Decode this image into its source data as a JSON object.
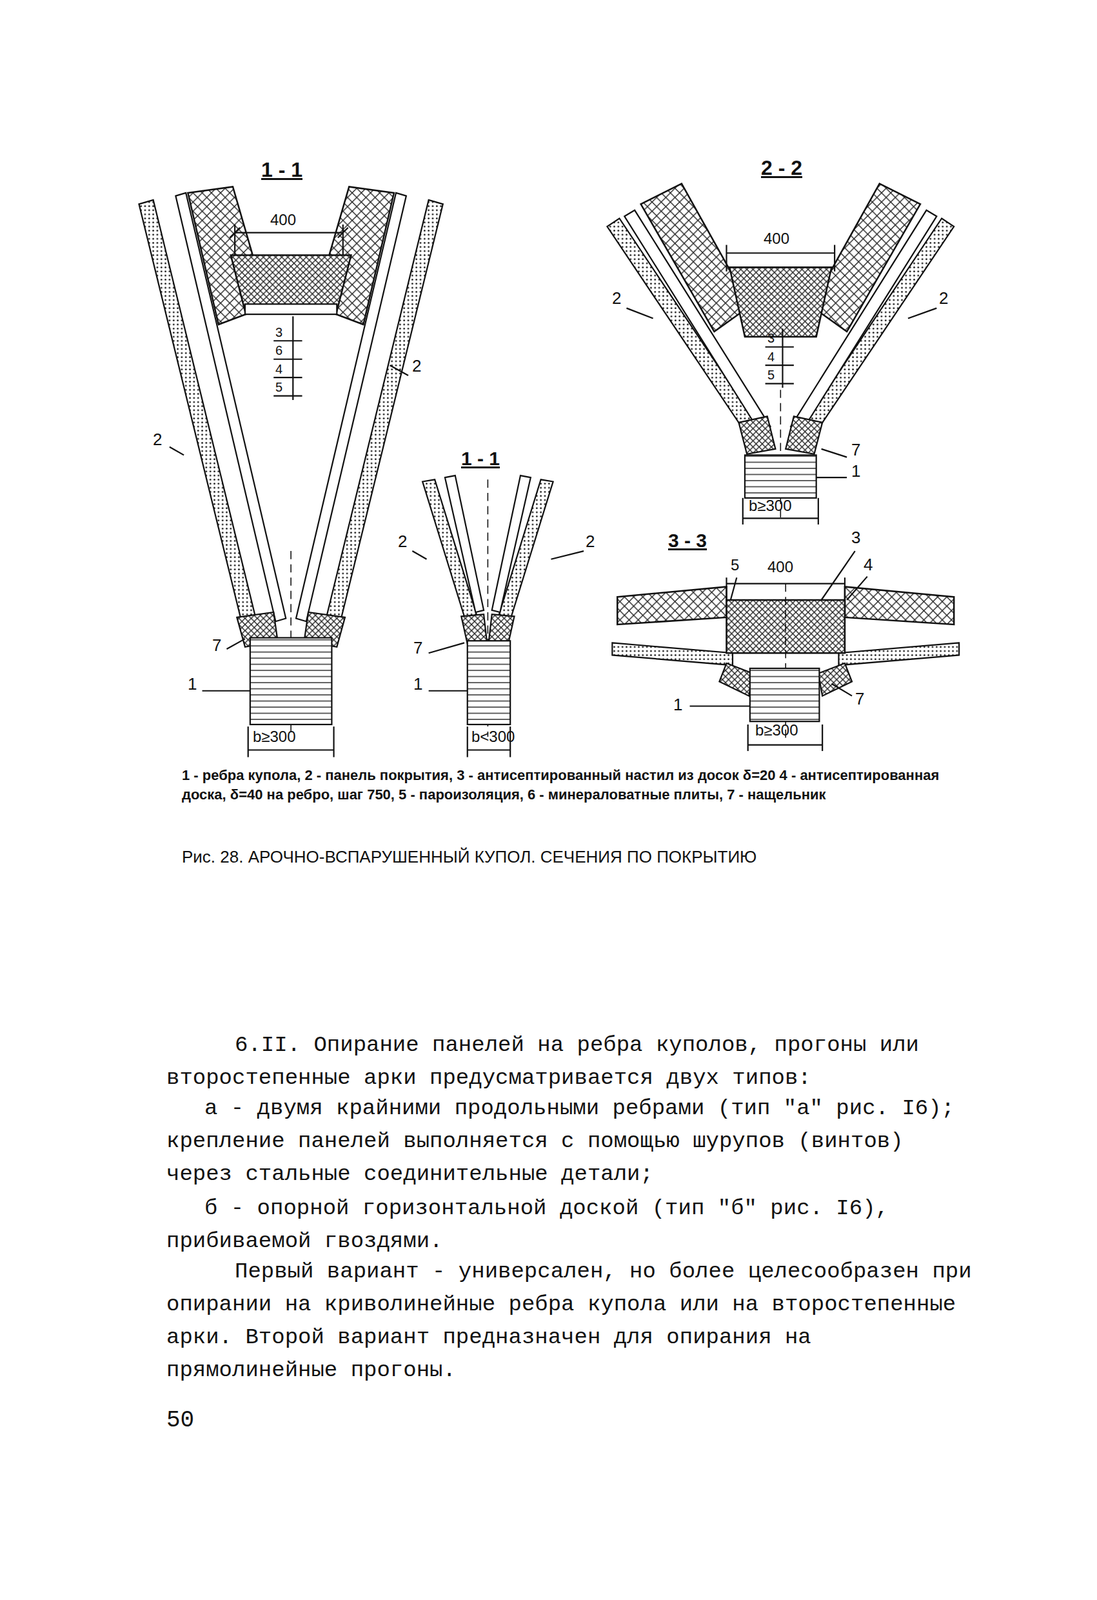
{
  "diagram": {
    "caption": "Рис. 28. АРОЧНО-ВСПАРУШЕННЫЙ КУПОЛ. СЕЧЕНИЯ ПО ПОКРЫТИЮ",
    "labels": [
      "1 - 1",
      "400",
      "3",
      "6",
      "4",
      "5",
      "2",
      "2",
      "7",
      "1",
      "b≥300",
      "1 - 1",
      "2",
      "2",
      "7",
      "1",
      "b<300",
      "2 - 2",
      "400",
      "2",
      "2",
      "3",
      "4",
      "5",
      "7",
      "1",
      "b≥300",
      "3 - 3",
      "5",
      "400",
      "3",
      "4",
      "1",
      "7",
      "b≥300",
      "1 - ребра купола, 2 - панель покрытия, 3 - антисептированный настил из досок δ=20 4 - антисептированная доска, δ=40 на ребро, шаг 750, 5 - пароизоляция, 6 - минераловатные плиты, 7 - нащельник",
      "6.II. Опирание панелей на ребра куполов, прогоны или второстепенные арки предусматривается двух типов:",
      "а - двумя крайними продольными ребрами (тип \"а\" рис. I6); крепление панелей выполняется с помощью шурупов (винтов) через стальные соединительные детали;",
      "б - опорной горизонтальной доской (тип \"б\" рис. I6), прибиваемой гвоздями.",
      "Первый вариант - универсален, но более целесообразен при опирании на криволинейные ребра купола или на второстепенные арки. Второй вариант предназначен для опирания на прямолинейные прогоны.",
      "50"
    ]
  }
}
